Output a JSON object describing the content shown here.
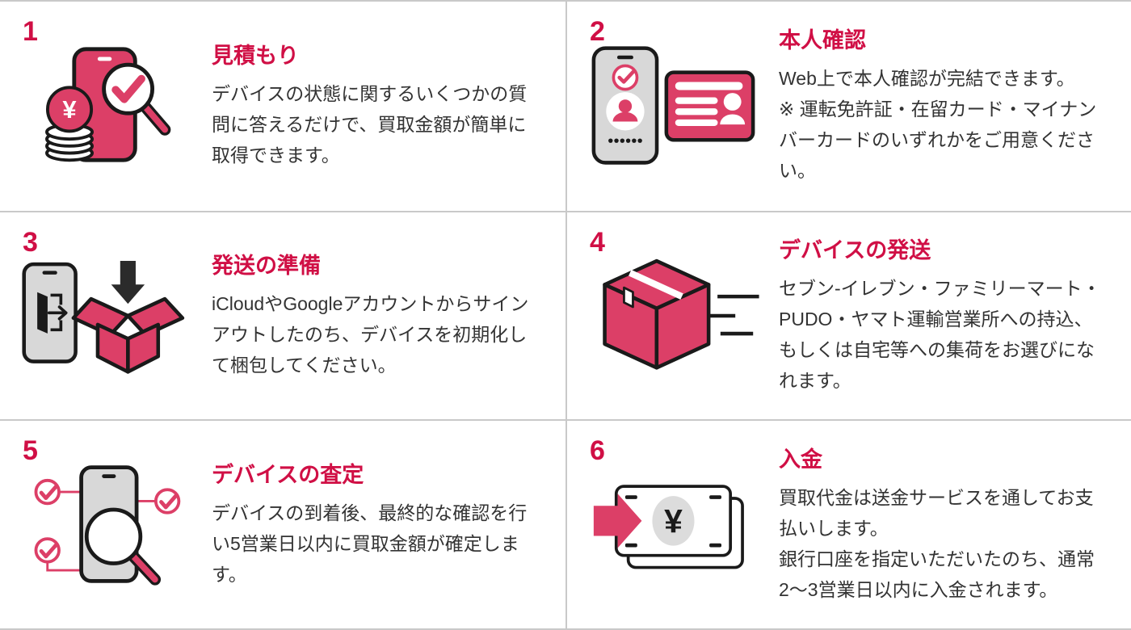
{
  "colors": {
    "accent": "#d00f45",
    "icon_pink": "#dc3f67",
    "icon_gray": "#d8d8d8",
    "ink": "#1a1a1a",
    "body_text": "#333333",
    "divider": "#c9c9c9",
    "background": "#ffffff"
  },
  "icons": {
    "yen_symbol": "¥"
  },
  "steps": [
    {
      "number": "1",
      "title": "見積もり",
      "body": [
        "デバイスの状態に関するいくつかの質問に答えるだけで、買取金額が簡単に取得できます。"
      ],
      "icon": "estimate-icon"
    },
    {
      "number": "2",
      "title": "本人確認",
      "body": [
        "Web上で本人確認が完結できます。",
        "※ 運転免許証・在留カード・マイナンバーカードのいずれかをご用意ください。"
      ],
      "icon": "identity-verification-icon"
    },
    {
      "number": "3",
      "title": "発送の準備",
      "body": [
        "iCloudやGoogleアカウントからサインアウトしたのち、デバイスを初期化して梱包してください。"
      ],
      "icon": "shipping-preparation-icon"
    },
    {
      "number": "4",
      "title": "デバイスの発送",
      "body": [
        "セブン-イレブン・ファミリーマート・PUDO・ヤマト運輸営業所への持込、もしくは自宅等への集荷をお選びになれます。"
      ],
      "icon": "device-shipping-icon"
    },
    {
      "number": "5",
      "title": "デバイスの査定",
      "body": [
        "デバイスの到着後、最終的な確認を行い5営業日以内に買取金額が確定します。"
      ],
      "icon": "device-assessment-icon"
    },
    {
      "number": "6",
      "title": "入金",
      "body": [
        "買取代金は送金サービスを通してお支払いします。",
        "銀行口座を指定いただいたのち、通常2〜3営業日以内に入金されます。"
      ],
      "icon": "payment-icon"
    }
  ]
}
